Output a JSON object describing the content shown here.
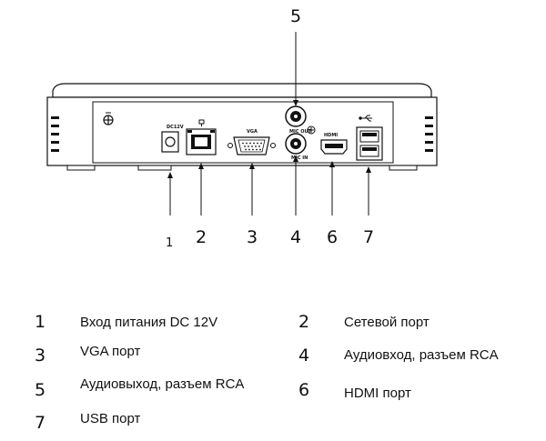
{
  "callouts": [
    "1",
    "2",
    "3",
    "4",
    "5",
    "6",
    "7"
  ],
  "panel_labels": {
    "dc": "DC12V",
    "vga": "VGA",
    "mic_out": "MIC OUT",
    "mic_in": "MIC IN",
    "hdmi": "HDMI",
    "usb": "USB"
  },
  "legend": [
    {
      "num": "1",
      "text": "Вход питания DC 12V"
    },
    {
      "num": "2",
      "text": "Сетевой порт"
    },
    {
      "num": "3",
      "text": "VGA порт"
    },
    {
      "num": "4",
      "text": "Аудиовход, разъем RCA"
    },
    {
      "num": "5",
      "text": "Аудиовыход, разъем RCA"
    },
    {
      "num": "6",
      "text": "HDMI порт"
    },
    {
      "num": "7",
      "text": "USB порт"
    }
  ]
}
